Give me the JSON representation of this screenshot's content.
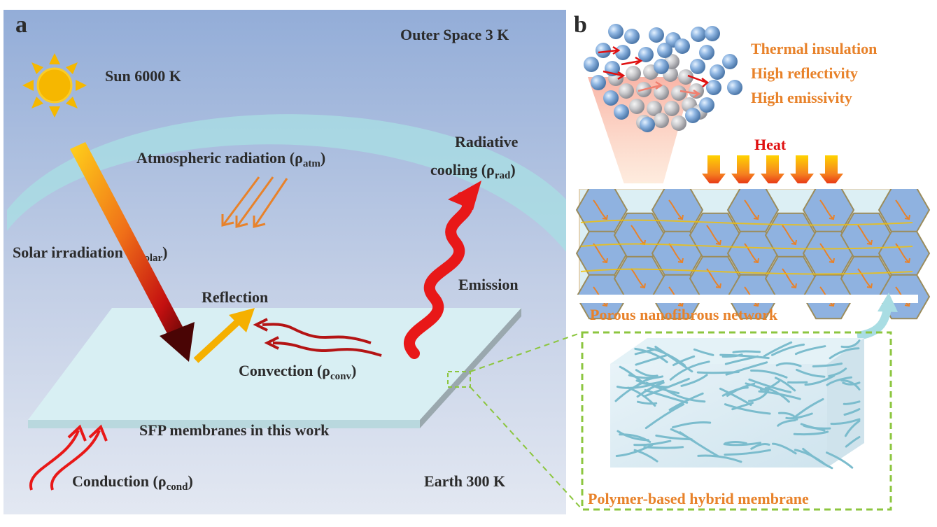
{
  "panel_a": {
    "letter": "a",
    "outer_space": "Outer Space 3 K",
    "sun": "Sun 6000 K",
    "atmospheric_radiation": "Atmospheric radiation (ρ",
    "atmospheric_radiation_sub": "atm",
    "radiative": "Radiative",
    "cooling": "cooling (ρ",
    "cooling_sub": "rad",
    "solar_irradiation": "Solar irradiation (ρ",
    "solar_irradiation_sub": "solar",
    "emission": "Emission",
    "reflection": "Reflection",
    "convection": "Convection (ρ",
    "convection_sub": "conv",
    "sfp": "SFP membranes in this work",
    "conduction": "Conduction (ρ",
    "conduction_sub": "cond",
    "earth": "Earth 300 K",
    "close_paren": ")"
  },
  "panel_b": {
    "letter": "b",
    "properties": [
      "Thermal insulation",
      "High reflectivity",
      "High emissivity"
    ],
    "heat": "Heat",
    "network": "Porous nanofibrous network",
    "membrane": "Polymer-based hybrid membrane"
  },
  "colors": {
    "sky_top": "#93add8",
    "sky_bottom": "#dfe6f2",
    "orange_text": "#e8822a",
    "heat_red": "#e01010",
    "dash_green": "#8cc63f"
  }
}
